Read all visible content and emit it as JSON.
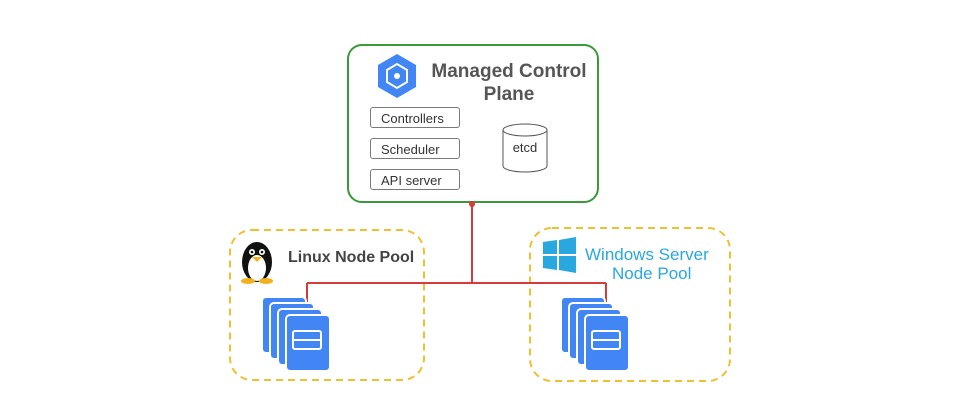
{
  "control_plane": {
    "title": "Managed Control Plane",
    "components": [
      "Controllers",
      "Scheduler",
      "API server"
    ],
    "store": "etcd"
  },
  "linux_pool": {
    "title": "Linux Node Pool"
  },
  "windows_pool": {
    "title_line1": "Windows Server",
    "title_line2": "Node Pool"
  },
  "colors": {
    "control_plane_border": "#3a9a3a",
    "pool_border": "#f0c030",
    "connector": "#d63a3a",
    "node_blue": "#4285f4",
    "windows_text": "#29a8df"
  }
}
